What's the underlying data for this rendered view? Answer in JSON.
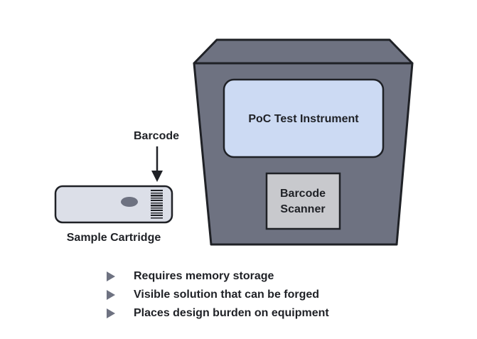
{
  "instrument": {
    "label": "PoC Test Instrument"
  },
  "scanner": {
    "line1": "Barcode",
    "line2": "Scanner"
  },
  "barcode": {
    "label": "Barcode"
  },
  "cartridge": {
    "label": "Sample Cartridge"
  },
  "bullets": [
    "Requires memory storage",
    "Visible solution that can be forged",
    "Places design burden on equipment"
  ],
  "colors": {
    "instrument_body": "#6e7281",
    "screen": "#ccdaf3",
    "scanner": "#c8c9cd",
    "cartridge": "#dcdfe8",
    "bullet": "#6e7281"
  }
}
